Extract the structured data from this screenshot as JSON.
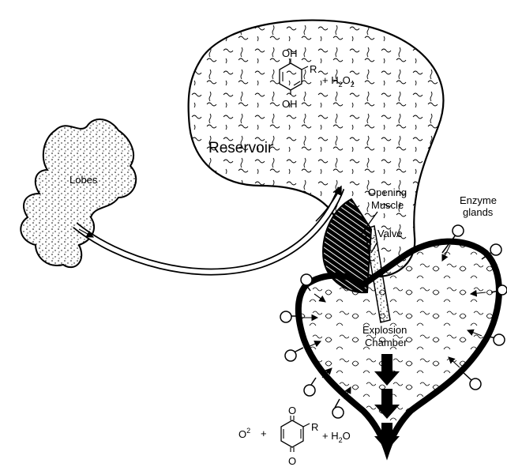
{
  "labels": {
    "reservoir": "Reservoir",
    "lobes": "Lobes",
    "opening_muscle_line1": "Opening",
    "opening_muscle_line2": "Muscle",
    "valve": "Valve",
    "enzyme_glands_line1": "Enzyme",
    "enzyme_glands_line2": "glands",
    "explosion_chamber_line1": "Explosion",
    "explosion_chamber_line2": "Chamber"
  },
  "reactants": {
    "hydroquinone_top_oh": "OH",
    "hydroquinone_bottom_oh": "OH",
    "r_group": "R",
    "peroxide_prefix": "+ H",
    "peroxide_sub1": "2",
    "peroxide_mid": "O",
    "peroxide_sub2": "2"
  },
  "products": {
    "oxygen": "O",
    "oxygen_sup": "2",
    "plus1": "+",
    "quinone_top_o": "O",
    "quinone_bottom_o": "O",
    "r_group": "R",
    "plus2": "+ H",
    "water_sub": "2",
    "water_o": "O"
  },
  "colors": {
    "ink": "#000000",
    "paper": "#ffffff"
  }
}
